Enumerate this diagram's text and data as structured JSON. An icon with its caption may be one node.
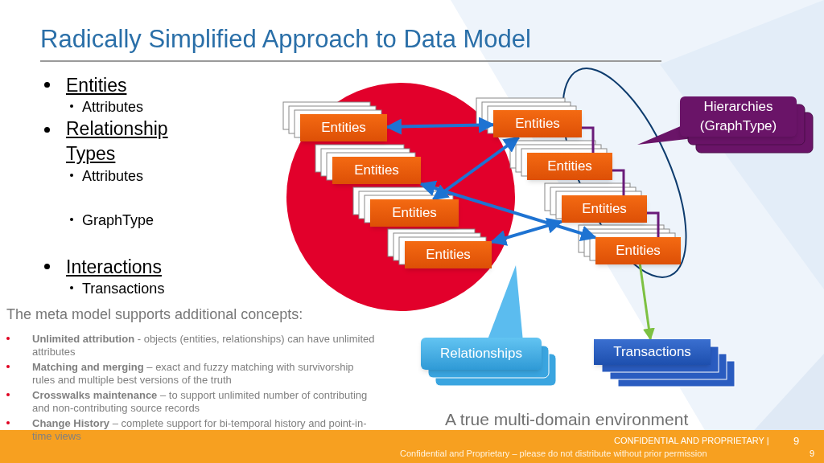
{
  "diagram": {
    "title": "Radically Simplified Approach to Data Model",
    "nodes": [
      {
        "text": [
          "Entities"
        ]
      },
      {
        "text": [
          "Entities"
        ]
      },
      {
        "text": [
          "Entities"
        ]
      },
      {
        "text": [
          "Entities"
        ]
      },
      {
        "text": [
          "Entities"
        ]
      },
      {
        "text": [
          "Entities"
        ]
      },
      {
        "text": [
          "Entities"
        ]
      },
      {
        "text": [
          "Entities"
        ]
      },
      {
        "text": [
          "Hierarchies (GraphType)"
        ]
      },
      {
        "text": [
          "Relationships"
        ]
      },
      {
        "text": [
          "Transactions"
        ]
      }
    ],
    "edges": [
      {
        "from": 0,
        "to": 4,
        "arrow": "both"
      },
      {
        "from": 4,
        "to": 2,
        "arrow": "both"
      },
      {
        "from": 1,
        "to": 7,
        "arrow": "both"
      },
      {
        "from": 3,
        "to": 6,
        "arrow": "both"
      },
      {
        "from": 4,
        "to": 5,
        "arrow": "to",
        "color": "#6a1b7a"
      },
      {
        "from": 5,
        "to": 6,
        "arrow": "to",
        "color": "#6a1b7a"
      },
      {
        "from": 6,
        "to": 7,
        "arrow": "to",
        "color": "#6a1b7a"
      },
      {
        "from": 7,
        "to": 10,
        "arrow": "to",
        "color": "#7dc142"
      }
    ],
    "labels": [
      "Entities",
      "Attributes",
      "Relationship Types",
      "Attributes",
      "GraphType",
      "Interactions",
      "Transactions",
      "The meta model supports additional concepts:",
      "**Unlimited attribution** - objects (entities, relationships) can have unlimited attributes",
      "**Matching and merging** – exact and fuzzy matching with survivorship rules and multiple best versions of the truth",
      "**Crosswalks  maintenance** – to support unlimited number of contributing and non-contributing source records",
      "**Change History** – complete support for bi-temporal history and point-in-time views",
      "A true multi-domain environment",
      "Confidential and Proprietary – please do not distribute without prior permission",
      "CONFIDENTIAL AND PROPRIETARY |",
      "9",
      "9"
    ]
  }
}
